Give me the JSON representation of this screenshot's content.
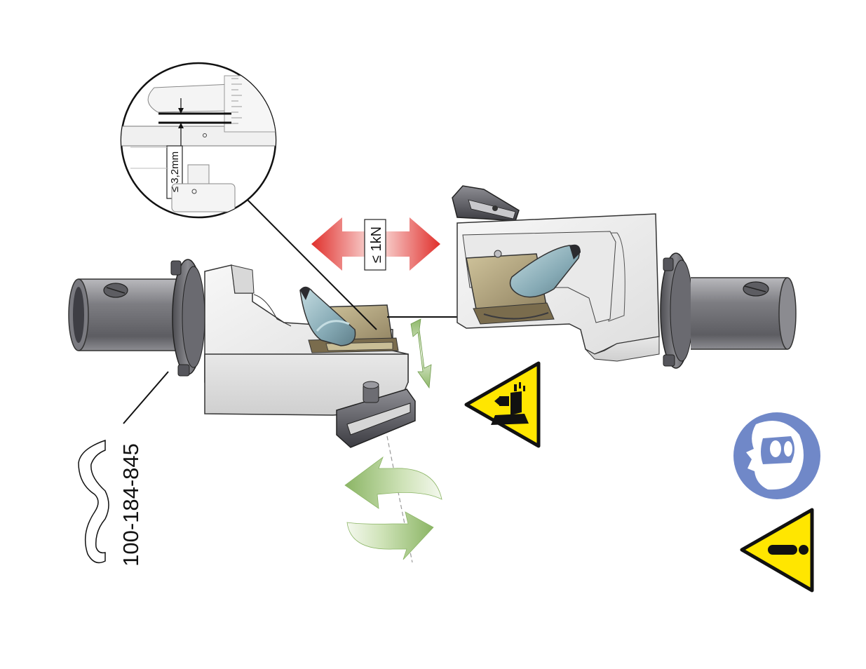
{
  "labels": {
    "max_force": "≤ 1kN",
    "max_gap": "≤ 3,2mm",
    "part_number": "100-184-845"
  },
  "icons": {
    "crush_warning": "hand-crush-warning-icon",
    "eye_protection": "safety-goggles-mandatory-icon",
    "general_warning": "exclamation-warning-icon"
  },
  "colors": {
    "force_arrow": "#e33a36",
    "adjust_arrow": "#9fc27a",
    "rotate_arrow": "#a9cc84",
    "warning_yellow": "#ffe600",
    "mandatory_blue": "#6f88c8",
    "jaw_brass": "#b6a77a",
    "wedge_blue": "#8fb3bd",
    "shaft_grey": "#8a8a8e",
    "body_white": "#f2f2f2"
  }
}
